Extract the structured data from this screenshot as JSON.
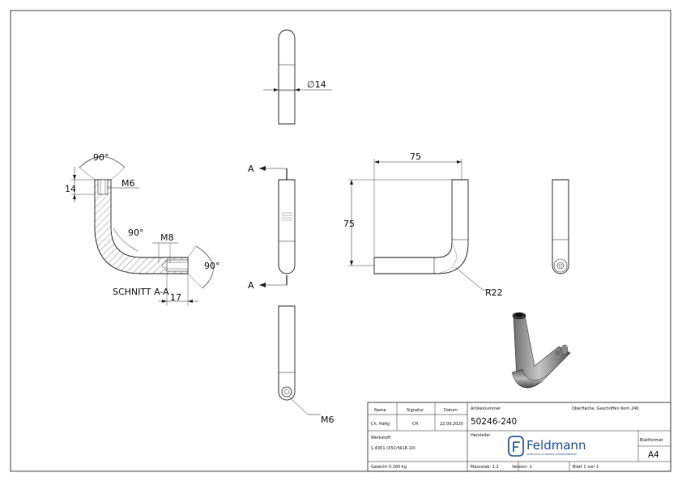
{
  "drawing": {
    "dims": {
      "top_diameter": "∅14",
      "section_angle_top": "90°",
      "section_bend_angle": "90°",
      "section_angle_right": "90°",
      "section_width_14": "14",
      "section_thread_top": "M6",
      "section_thread_right": "M8",
      "section_length_17": "17",
      "section_label": "SCHNITT A-A",
      "section_marker_a_top": "A",
      "section_marker_a_bottom": "A",
      "front_width": "75",
      "front_height": "75",
      "front_radius": "R22",
      "bottom_thread": "M6"
    }
  },
  "title_block": {
    "header_name": "Name",
    "header_signatur": "Signatur",
    "header_datum": "Datum",
    "name_value": "Ch. Häfig",
    "signatur_value": "CH",
    "datum_value": "22.09.2020",
    "werkstoff_label": "Werkstoff:",
    "werkstoff_value": "1.4301 (X5CrNi18-10)",
    "gewicht": "Gewicht 0.160 kg",
    "artikelnummer_label": "Artikelnummer",
    "artikelnummer_value": "50246-240",
    "oberflaeche": "Oberfläche: Geschliffen Korn 240",
    "hersteller_label": "Hersteller",
    "logo_text": "Feldmann",
    "logo_tagline": "EDELSTAHL KLEMMEN SCHMIEDEBEDARF",
    "massstab": "Massstab: 1:2",
    "version": "Version: 1",
    "blatt": "Blatt 1 von 1",
    "blattformat_label": "Blattformat",
    "blattformat_value": "A4"
  }
}
